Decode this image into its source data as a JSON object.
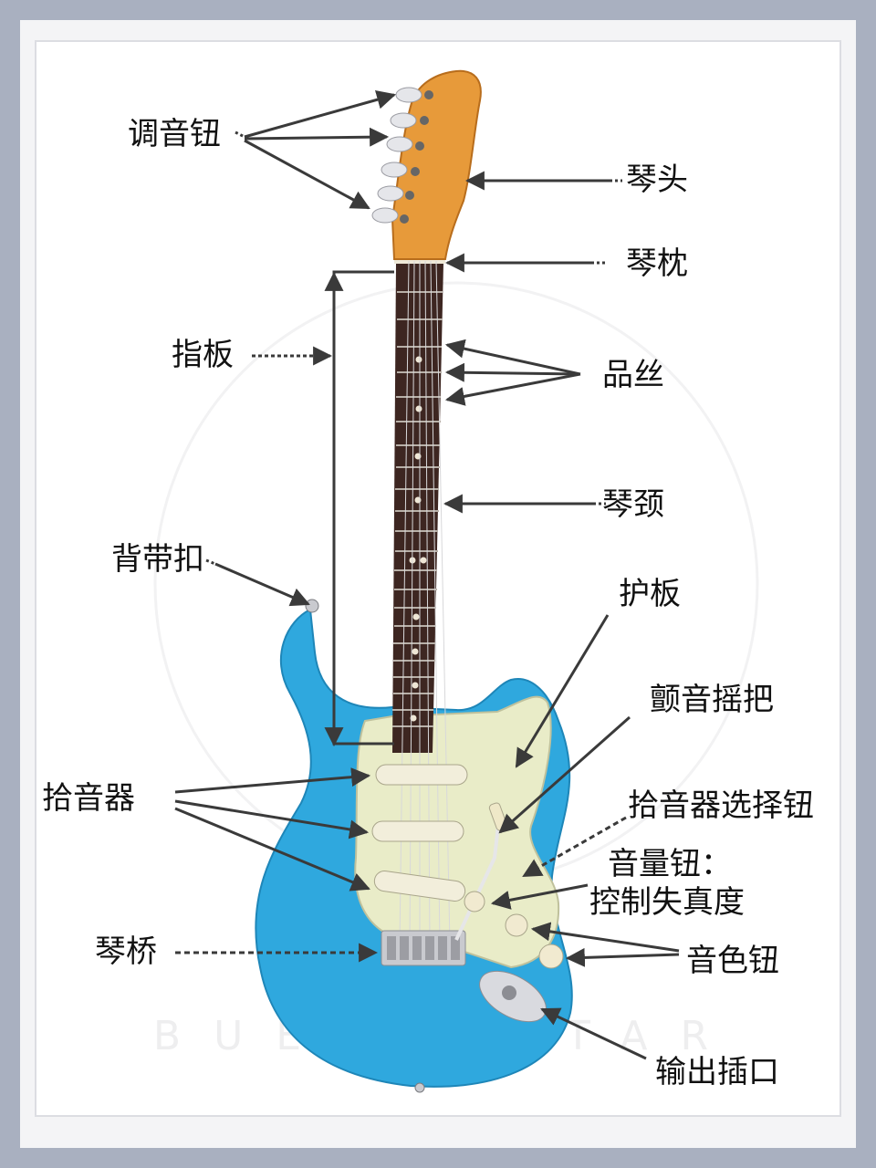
{
  "labels": {
    "tuning_pegs": "调音钮",
    "headstock": "琴头",
    "nut": "琴枕",
    "fingerboard": "指板",
    "frets": "品丝",
    "neck": "琴颈",
    "strap_button": "背带扣",
    "pickguard": "护板",
    "tremolo_arm": "颤音摇把",
    "pickups": "拾音器",
    "pickup_selector": "拾音器选择钮",
    "volume_knob_line1": "音量钮：",
    "volume_knob_line2": "控制失真度",
    "bridge": "琴桥",
    "tone_knobs": "音色钮",
    "output_jack": "输出插口"
  },
  "watermark": "BUERGUITAR",
  "colors": {
    "body": "#2fa8de",
    "pickguard": "#e9ecc8",
    "headstock": "#e79a3a",
    "fretboard": "#3d2621",
    "arrow": "#3a3a3a",
    "outer_border": "#a9b0c0"
  }
}
